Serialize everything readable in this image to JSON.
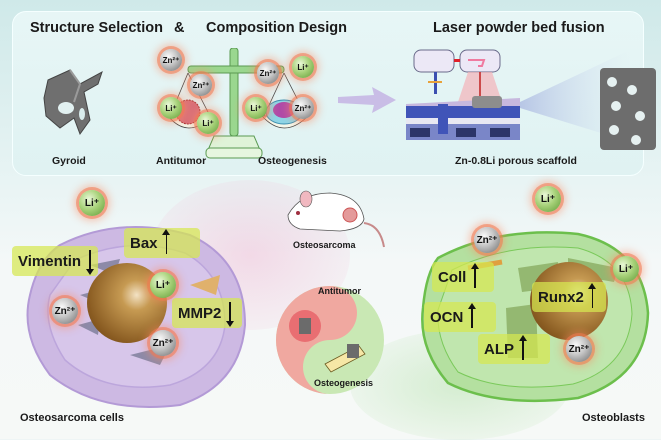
{
  "top": {
    "structure_heading": "Structure Selection",
    "ampersand": "&",
    "composition_heading": "Composition Design",
    "lpbf_heading": "Laser powder bed fusion",
    "gyroid_label": "Gyroid",
    "antitumor_label": "Antitumor",
    "osteogenesis_label": "Osteogenesis",
    "scaffold_label": "Zn-0.8Li porous scaffold"
  },
  "ions": {
    "zn": "Zn²⁺",
    "li": "Li⁺"
  },
  "osteosarcoma_cell": {
    "caption": "Osteosarcoma cells",
    "markers": [
      {
        "name": "Vimentin",
        "direction": "down"
      },
      {
        "name": "Bax",
        "direction": "up"
      },
      {
        "name": "MMP2",
        "direction": "down"
      }
    ]
  },
  "osteoblast": {
    "caption": "Osteoblasts",
    "markers": [
      {
        "name": "Coll",
        "direction": "up"
      },
      {
        "name": "OCN",
        "direction": "up"
      },
      {
        "name": "ALP",
        "direction": "up"
      },
      {
        "name": "Runx2",
        "direction": "up"
      }
    ]
  },
  "center": {
    "mouse_label": "Osteosarcoma",
    "yin_top_label": "Antitumor",
    "yin_bottom_label": "Osteogenesis"
  },
  "colors": {
    "tumor_cell": "#c9b6e0",
    "osteoblast": "#a7d98a",
    "marker_box": "#d6e850",
    "zn_glow": "#f07850",
    "balance": "#8fd18a"
  }
}
